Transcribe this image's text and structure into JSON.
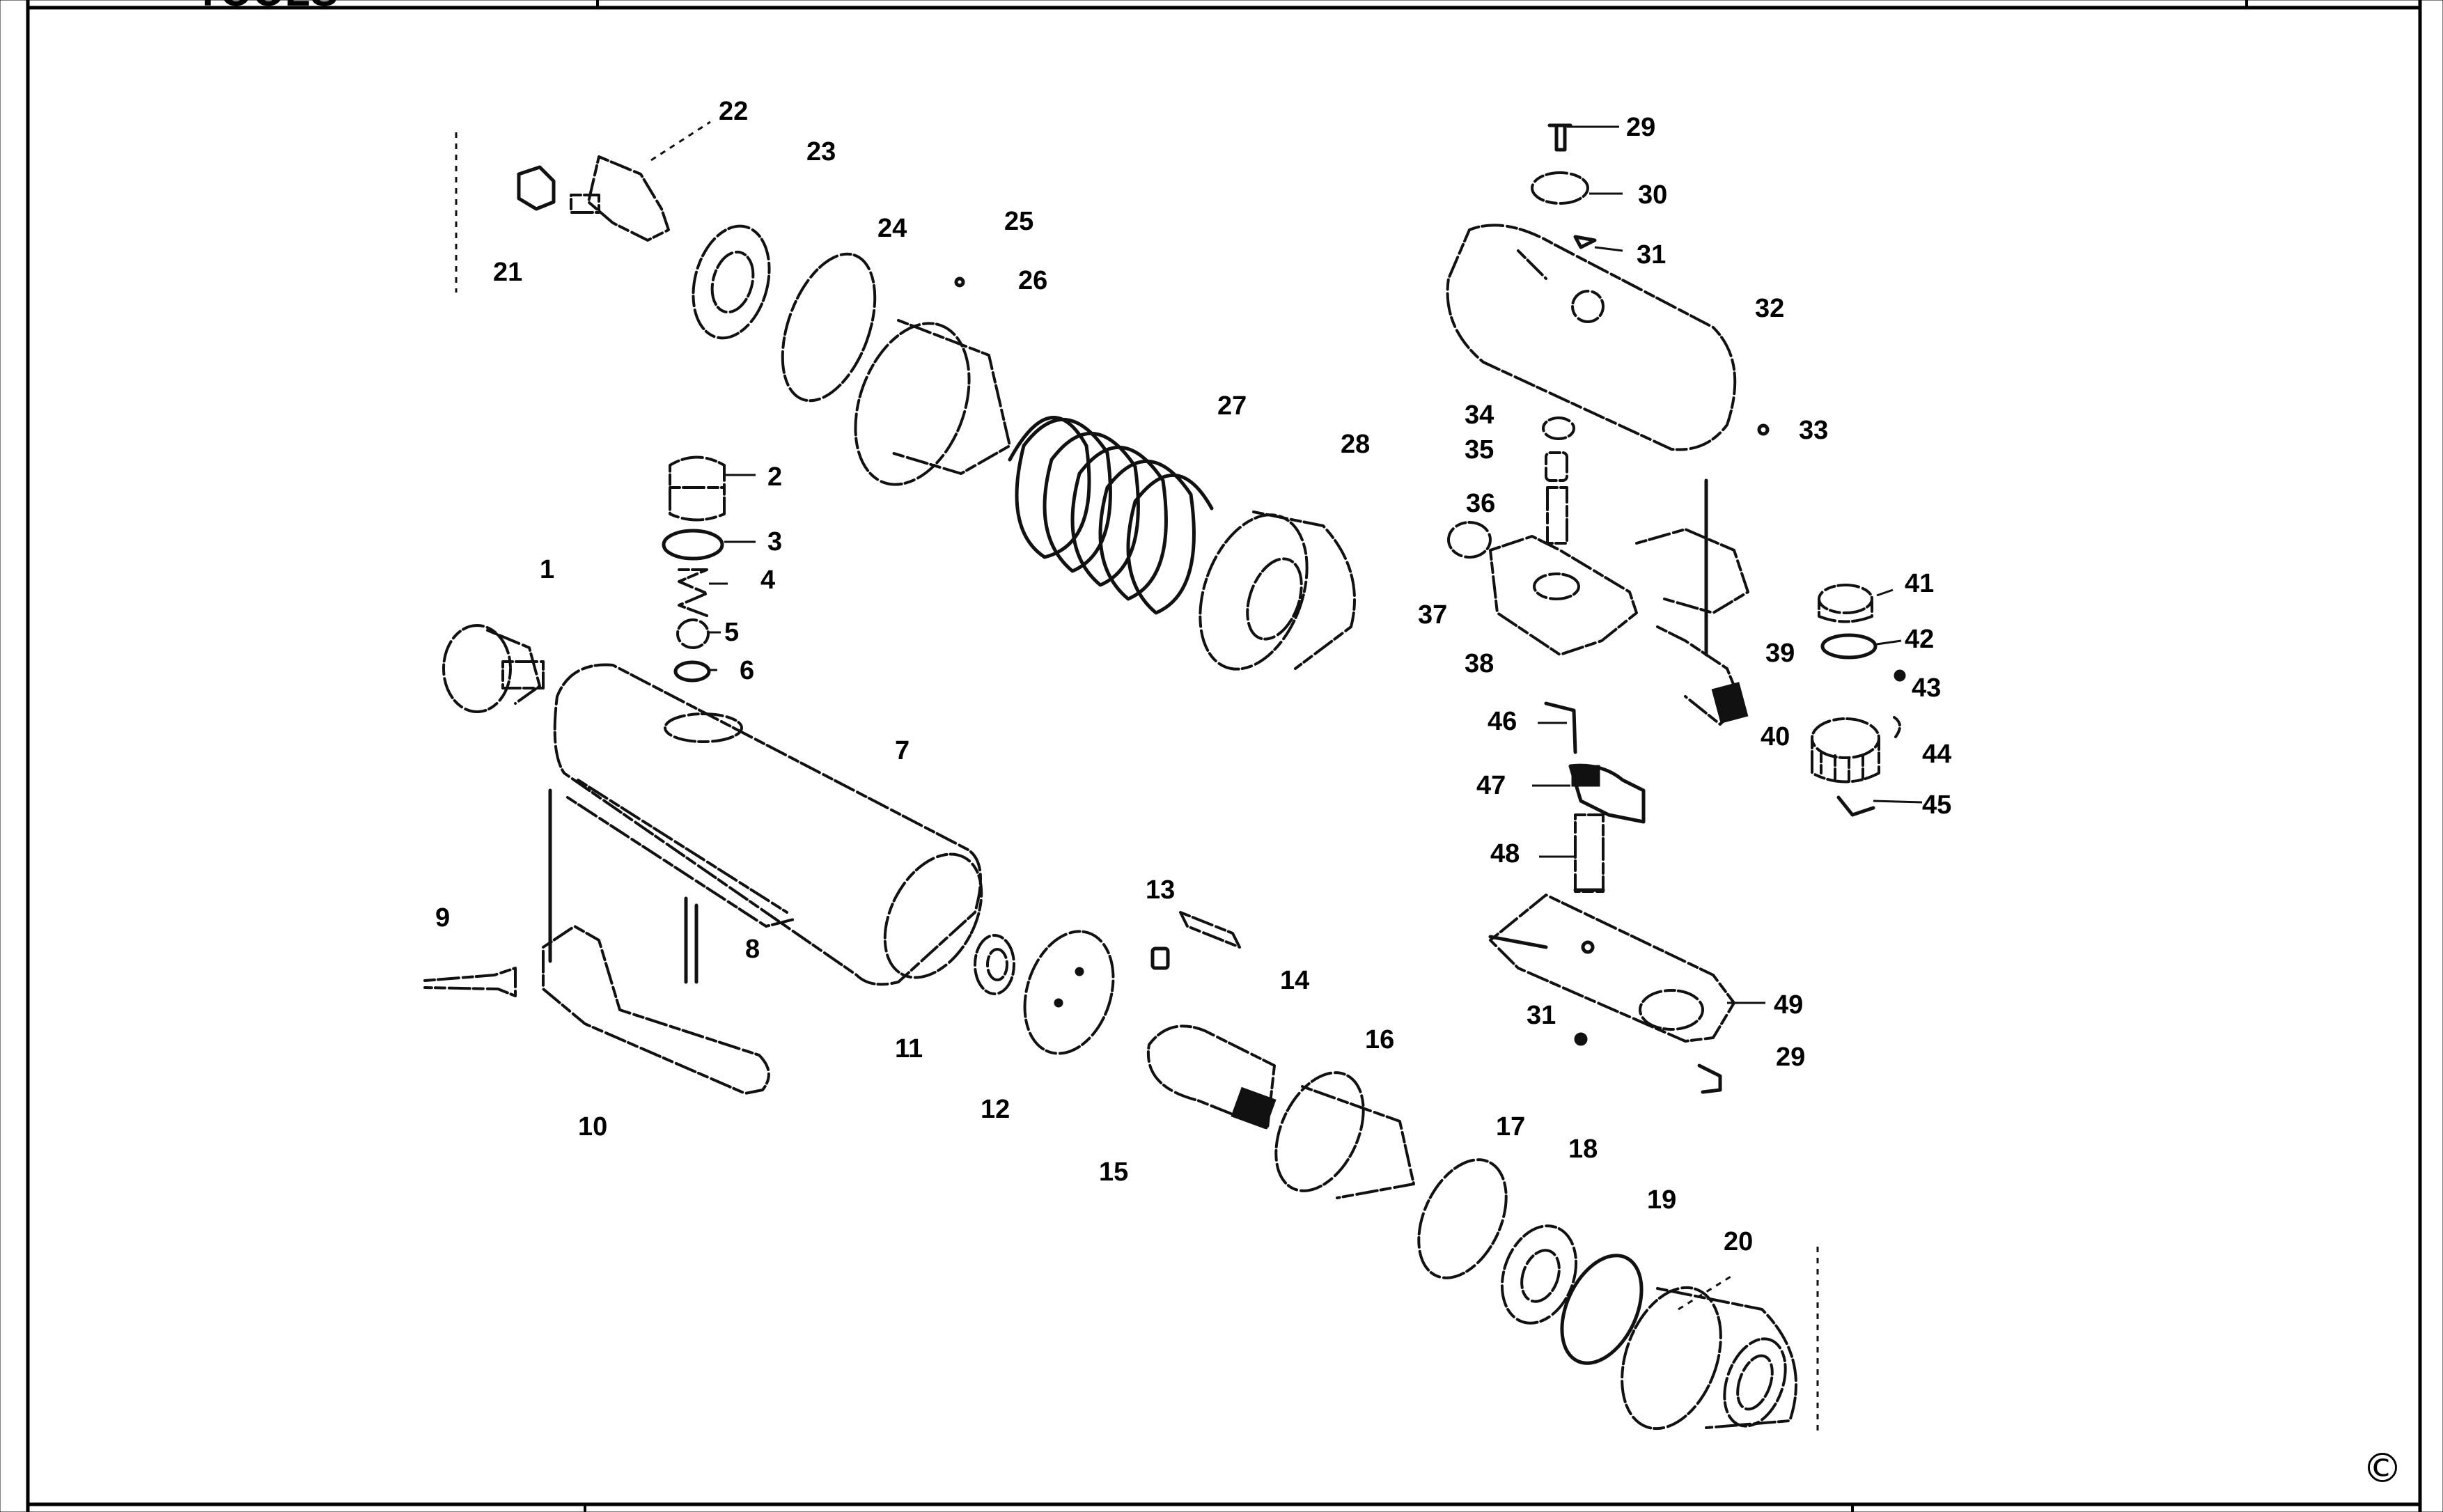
{
  "header": {
    "brand_fragment": "TOOLS"
  },
  "footer": {
    "copyright_symbol": "©"
  },
  "callouts": [
    {
      "id": "c1",
      "label": "1"
    },
    {
      "id": "c2",
      "label": "2"
    },
    {
      "id": "c3",
      "label": "3"
    },
    {
      "id": "c4",
      "label": "4"
    },
    {
      "id": "c5",
      "label": "5"
    },
    {
      "id": "c6",
      "label": "6"
    },
    {
      "id": "c7",
      "label": "7"
    },
    {
      "id": "c8",
      "label": "8"
    },
    {
      "id": "c9",
      "label": "9"
    },
    {
      "id": "c10",
      "label": "10"
    },
    {
      "id": "c11",
      "label": "11"
    },
    {
      "id": "c12",
      "label": "12"
    },
    {
      "id": "c13",
      "label": "13"
    },
    {
      "id": "c14",
      "label": "14"
    },
    {
      "id": "c15",
      "label": "15"
    },
    {
      "id": "c16",
      "label": "16"
    },
    {
      "id": "c17",
      "label": "17"
    },
    {
      "id": "c18",
      "label": "18"
    },
    {
      "id": "c19",
      "label": "19"
    },
    {
      "id": "c20",
      "label": "20"
    },
    {
      "id": "c21",
      "label": "21"
    },
    {
      "id": "c22",
      "label": "22"
    },
    {
      "id": "c23",
      "label": "23"
    },
    {
      "id": "c24",
      "label": "24"
    },
    {
      "id": "c25",
      "label": "25"
    },
    {
      "id": "c26",
      "label": "26"
    },
    {
      "id": "c27",
      "label": "27"
    },
    {
      "id": "c28",
      "label": "28"
    },
    {
      "id": "c29a",
      "label": "29"
    },
    {
      "id": "c29b",
      "label": "29"
    },
    {
      "id": "c30",
      "label": "30"
    },
    {
      "id": "c31a",
      "label": "31"
    },
    {
      "id": "c31b",
      "label": "31"
    },
    {
      "id": "c32",
      "label": "32"
    },
    {
      "id": "c33",
      "label": "33"
    },
    {
      "id": "c34",
      "label": "34"
    },
    {
      "id": "c35",
      "label": "35"
    },
    {
      "id": "c36",
      "label": "36"
    },
    {
      "id": "c37",
      "label": "37"
    },
    {
      "id": "c38",
      "label": "38"
    },
    {
      "id": "c39",
      "label": "39"
    },
    {
      "id": "c40",
      "label": "40"
    },
    {
      "id": "c41",
      "label": "41"
    },
    {
      "id": "c42",
      "label": "42"
    },
    {
      "id": "c43",
      "label": "43"
    },
    {
      "id": "c44",
      "label": "44"
    },
    {
      "id": "c45",
      "label": "45"
    },
    {
      "id": "c46",
      "label": "46"
    },
    {
      "id": "c47",
      "label": "47"
    },
    {
      "id": "c48",
      "label": "48"
    },
    {
      "id": "c49",
      "label": "49"
    }
  ]
}
